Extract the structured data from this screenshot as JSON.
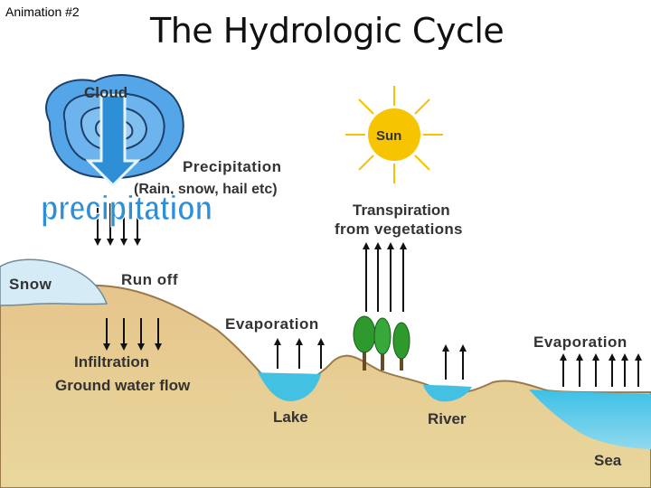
{
  "header": {
    "animation_label": "Animation #2",
    "title": "The Hydrologic Cycle"
  },
  "diagram": {
    "cloud": "Cloud",
    "sun": "Sun",
    "precipitation_line1": "Precipitation",
    "precipitation_line2": "(Rain, snow, hail etc)",
    "precipitation_overlay": "precipitation",
    "transpiration_line1": "Transpiration",
    "transpiration_line2": "from vegetations",
    "snow": "Snow",
    "run_off": "Run off",
    "evaporation_lake": "Evaporation",
    "evaporation_sea": "Evaporation",
    "infiltration": "Infiltration",
    "ground_water_flow": "Ground water flow",
    "lake": "Lake",
    "river": "River",
    "sea": "Sea"
  },
  "colors": {
    "cloud": "#5aa6e6",
    "water": "#4cc3e3",
    "land": "#e2c48a",
    "sun": "#f6c400",
    "overlay_fill": "#2f8fd6",
    "trees": "#2e9a2e"
  }
}
